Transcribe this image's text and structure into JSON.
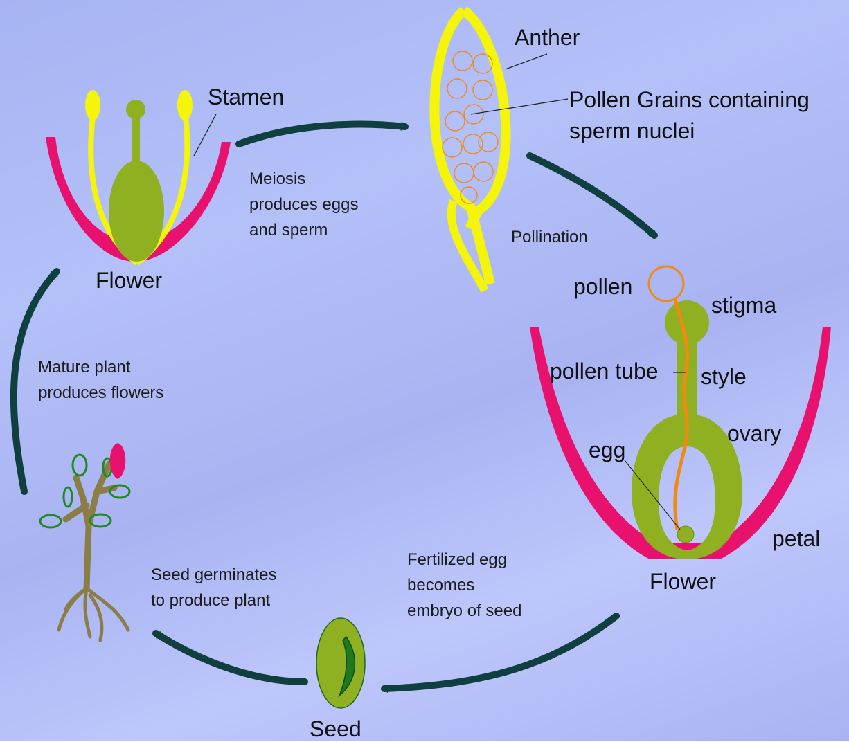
{
  "labels": {
    "stamen": "Stamen",
    "flower_left": "Flower",
    "anther": "Anther",
    "pollen_grains": "Pollen Grains containing\nsperm nuclei",
    "meiosis": "Meiosis\nproduces eggs\nand sperm",
    "pollination": "Pollination",
    "pollen": "pollen",
    "stigma": "stigma",
    "pollen_tube": "pollen tube",
    "style": "style",
    "ovary": "ovary",
    "egg": "egg",
    "petal": "petal",
    "flower_right": "Flower",
    "fertilized": "Fertilized egg\nbecomes\nembryo of seed",
    "seed": "Seed",
    "germinates": "Seed germinates\nto produce plant",
    "mature": "Mature plant\nproduces flowers"
  },
  "colors": {
    "petal": "#e8126e",
    "stamen": "#f5f50a",
    "pistil": "#8fb021",
    "arrow": "#0f3f3f",
    "pollen": "#f08a10",
    "stem": "#8a7d45",
    "leaf": "#1f8a1f"
  }
}
